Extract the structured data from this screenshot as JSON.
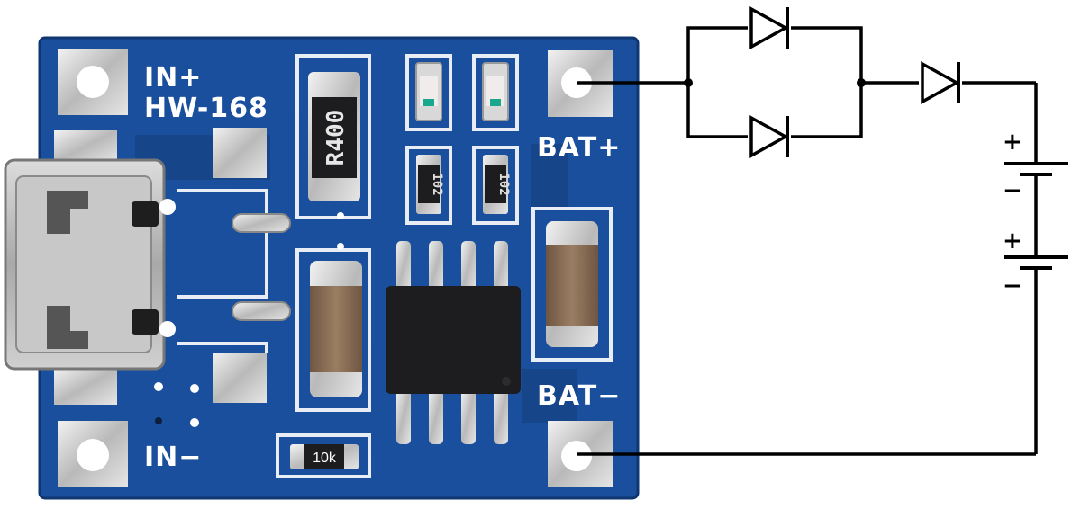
{
  "board": {
    "model": "HW-168",
    "pad_labels": {
      "in_plus": "IN+",
      "in_minus": "IN−",
      "bat_plus": "BAT+",
      "bat_minus": "BAT−"
    },
    "resistors": {
      "main": "R400",
      "left_small": "102",
      "right_small": "102",
      "added": "10k"
    },
    "colors": {
      "pcb": "#1a4f9e",
      "pcb_dark": "#143f82",
      "silkscreen": "#ffffff",
      "ic": "#1d1d1f",
      "capacitor": "#8a6e55"
    }
  },
  "circuit": {
    "components": [
      "diode-parallel-top",
      "diode-parallel-bottom",
      "diode-series",
      "battery-cell-1",
      "battery-cell-2"
    ],
    "polarity": {
      "plus": "+",
      "minus": "−"
    }
  }
}
